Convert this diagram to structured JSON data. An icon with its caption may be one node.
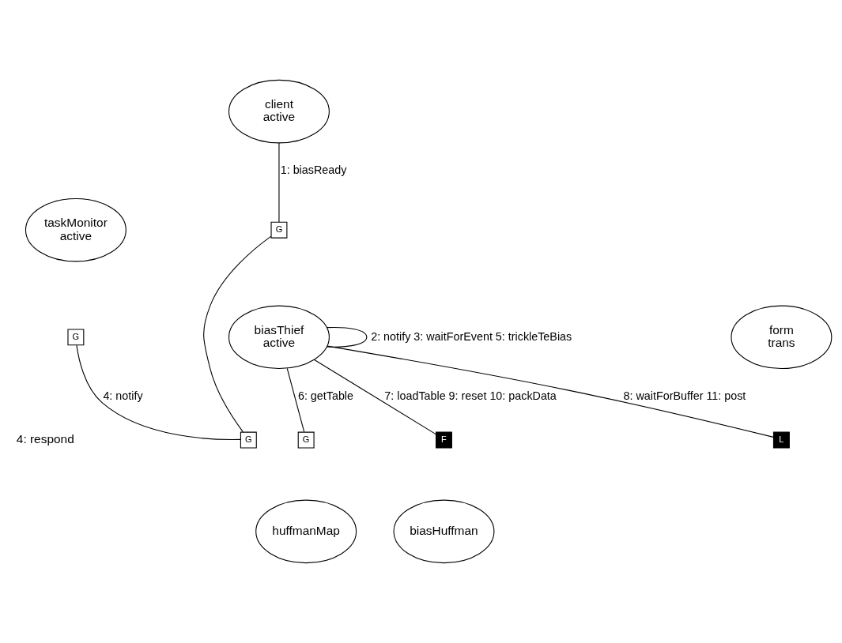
{
  "diagram": {
    "nodes": [
      {
        "text": [
          "client",
          "active"
        ]
      },
      {
        "text": [
          "taskMonitor",
          "active"
        ]
      },
      {
        "text": [
          "G"
        ]
      },
      {
        "text": [
          "G"
        ]
      },
      {
        "text": [
          "biasThief",
          "active"
        ]
      },
      {
        "text": [
          "G"
        ]
      },
      {
        "text": [
          "form",
          "trans"
        ]
      },
      {
        "text": [
          "L"
        ]
      },
      {
        "text": [
          "G"
        ]
      },
      {
        "text": [
          "huffmanMap"
        ]
      },
      {
        "text": [
          "F"
        ]
      },
      {
        "text": [
          "biasHuffman"
        ]
      }
    ],
    "edges": [
      {
        "from": 0,
        "to": 3,
        "arrow": "none",
        "label": "1: biasReady"
      },
      {
        "from": 4,
        "to": 4,
        "arrow": "none",
        "label": "2: notify 3: waitForEvent 5: trickleTeBias"
      },
      {
        "from": 3,
        "to": 5,
        "arrow": "none"
      },
      {
        "from": 2,
        "to": 5,
        "arrow": "none",
        "label": "4: notify"
      },
      {
        "from": 4,
        "to": 7,
        "arrow": "none",
        "label": "8: waitForBuffer 11: post"
      },
      {
        "from": 4,
        "to": 8,
        "arrow": "none",
        "label": "6: getTable"
      },
      {
        "from": 4,
        "to": 10,
        "arrow": "none",
        "label": "7: loadTable 9: reset 10: packData"
      }
    ],
    "labels": [
      "4: respond"
    ]
  }
}
